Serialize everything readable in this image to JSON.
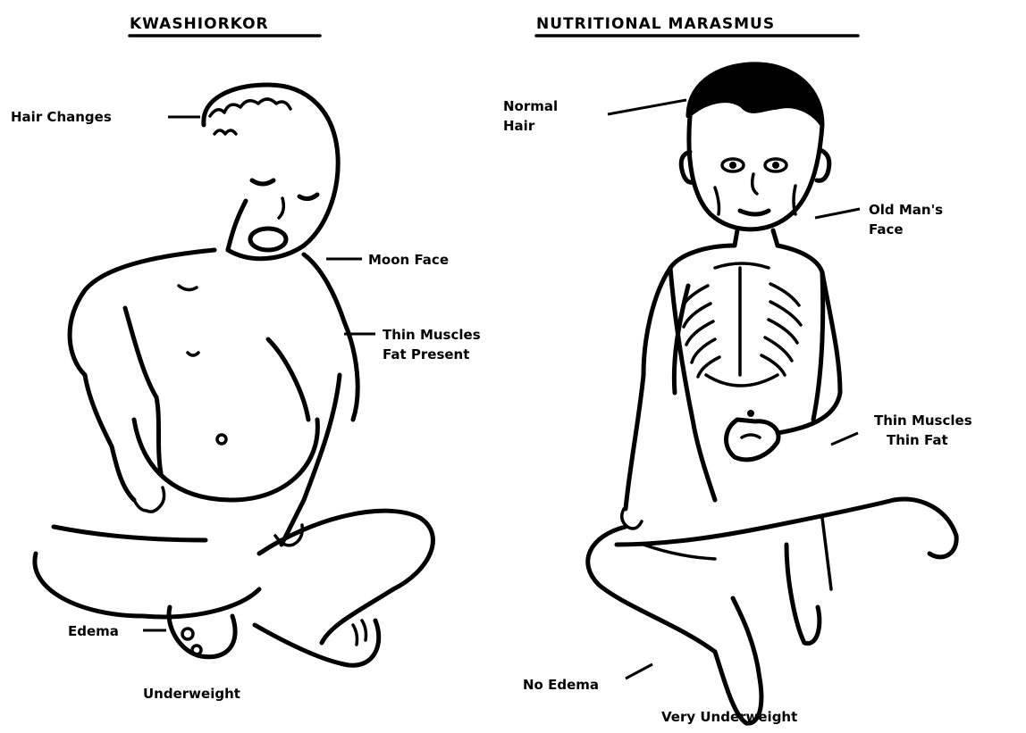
{
  "left_panel": {
    "title": "KWASHIORKOR",
    "labels": {
      "hair": "Hair Changes",
      "face": "Moon Face",
      "muscles_1": "Thin Muscles",
      "muscles_2": "Fat Present",
      "oedema": "Edema",
      "caption": "Underweight"
    }
  },
  "right_panel": {
    "title": "NUTRITIONAL MARASMUS",
    "labels": {
      "hair_1": "Normal",
      "hair_2": "Hair",
      "face_1": "Old Man's",
      "face_2": "Face",
      "muscles_1": "Thin Muscles",
      "muscles_2": "Thin Fat",
      "oedema": "No Edema",
      "caption": "Very Underweight"
    }
  }
}
